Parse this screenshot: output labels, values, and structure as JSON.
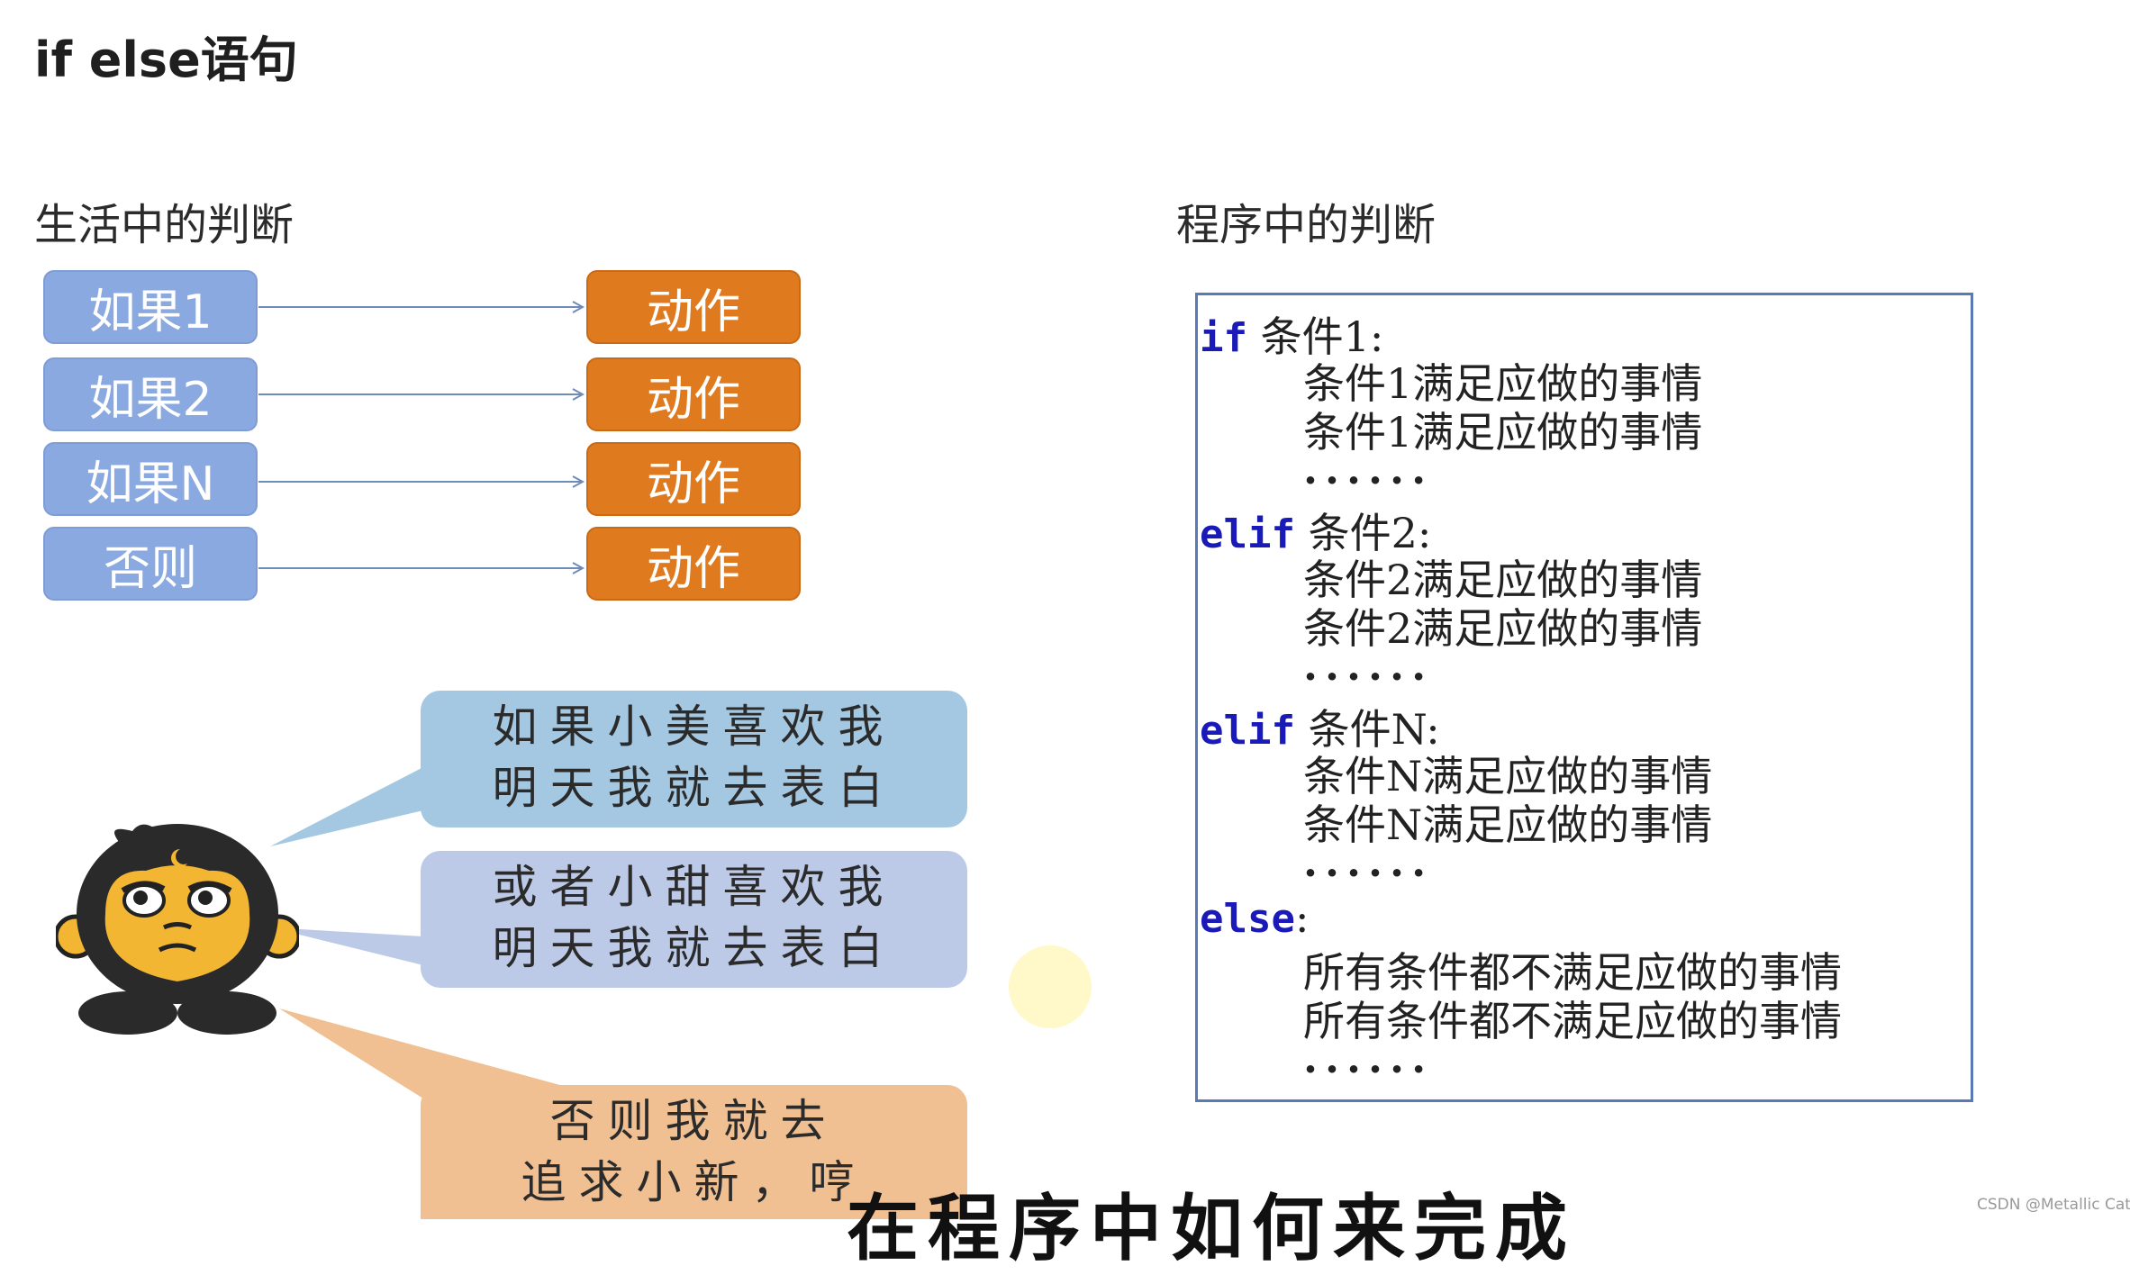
{
  "page": {
    "title": "if else语句",
    "watermark": "CSDN @Metallic Cat",
    "subtitle": "在程序中如何来完成"
  },
  "life": {
    "title": "生活中的判断",
    "rows": [
      {
        "condition": "如果1",
        "action": "动作"
      },
      {
        "condition": "如果2",
        "action": "动作"
      },
      {
        "condition": "如果N",
        "action": "动作"
      },
      {
        "condition": "否则",
        "action": "动作"
      }
    ]
  },
  "bubbles": [
    {
      "lines": [
        "如果小美喜欢我",
        "明天我就去表白"
      ],
      "color": "#a4c8e2"
    },
    {
      "lines": [
        "或者小甜喜欢我",
        "明天我就去表白"
      ],
      "color": "#bccae8"
    },
    {
      "lines": [
        "否则我就去",
        "追求小新，哼"
      ],
      "color": "#f0c093"
    }
  ],
  "program": {
    "title": "程序中的判断",
    "blocks": [
      {
        "keyword": "if",
        "condition": "条件1:",
        "body": [
          "条件1满足应做的事情",
          "条件1满足应做的事情"
        ],
        "dots": "......"
      },
      {
        "keyword": "elif",
        "condition": "条件2:",
        "body": [
          "条件2满足应做的事情",
          "条件2满足应做的事情"
        ],
        "dots": "......"
      },
      {
        "keyword": "elif",
        "condition": "条件N:",
        "body": [
          "条件N满足应做的事情",
          "条件N满足应做的事情"
        ],
        "dots": "......"
      },
      {
        "keyword": "else",
        "condition": ":",
        "body": [
          "所有条件都不满足应做的事情",
          "所有条件都不满足应做的事情"
        ],
        "dots": "......"
      }
    ]
  },
  "colors": {
    "condition_box": "#8aa9e0",
    "action_box": "#e07a1f",
    "keyword": "#1a1ab8",
    "code_border": "#5a7ab5"
  }
}
